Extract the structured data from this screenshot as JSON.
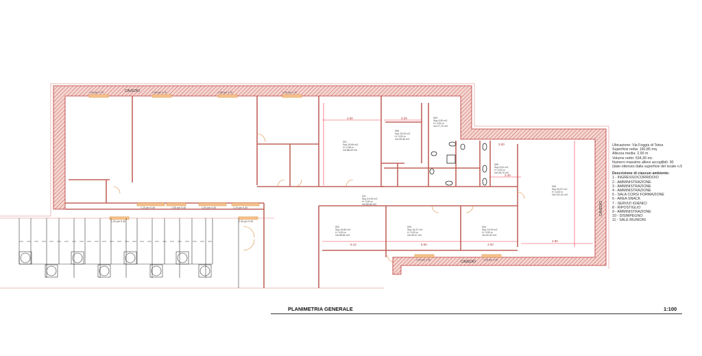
{
  "info": {
    "lines": [
      "Ubicazione: Via Foggia di Totoa",
      "Superficie netta: 182,85 mq",
      "Altezza media: 2,90 m",
      "Volume netto: 534,30 mc",
      "Numero massimo allievi accoglibili: 30",
      "(dato ottenuto dalla superficie del locale n.5"
    ],
    "legend_heading": "Descrizione di ciascun ambiente:",
    "legend": [
      "1 - INGRESSO/CORRIDOIO",
      "2 - AMMINISTRAZIONE",
      "3 - AMMINISTRAZIONE",
      "4 - AMMINISTRAZIONE",
      "5 - SALA CORSI FORMAZIONE",
      "6 - AREA SNACK",
      "7 - SERVIZI IGIENICI",
      "8 - RIPOSTIGLIO",
      "9 - AMMINISTRAZIONE",
      "10 - DISIMPEGNO",
      "11 - SALE RIUNIONI"
    ]
  },
  "title": "PLANIMETRIA GENERALE",
  "scale": "1:100",
  "cavedio": [
    "CAVEDIO",
    "CAVEDIO",
    "CAVEDIO"
  ],
  "rooms": [
    {
      "id": "001",
      "sup": "Sup.29,84 m2",
      "h": "H: 2,98 m",
      "vol": "Vol:88,09 m3"
    },
    {
      "id": "008",
      "sup": "Sup.15,32 m2",
      "h": "H: 3,00 m",
      "vol": "Vol:45,96 m3"
    },
    {
      "id": "009",
      "sup": "Sup.5,90 m2",
      "h": "H: 3,00 m",
      "vol": "Vol:17,70 m3"
    },
    {
      "id": "006",
      "sup": "Sup.9,61 m2",
      "h": "H: 3,00 m",
      "vol": "Vol:28,75 m3"
    },
    {
      "id": "005",
      "sup": "Sup.40,67 m2",
      "h": "H: 3,00 m",
      "vol": "Vol:122,02 m3"
    },
    {
      "id": "011",
      "sup": "Sup.21,90 m2",
      "h": "H: 3,00 m",
      "vol": "Vol:65,65 m3"
    },
    {
      "id": "002",
      "sup": "Sup.19,60 m2",
      "h": "H: 3,00 m",
      "vol": "Vol:58,80 m3"
    },
    {
      "id": "003",
      "sup": "Sup.16,37 m2",
      "h": "H: 3,00 m",
      "vol": "Vol:49,07 m3"
    },
    {
      "id": "004",
      "sup": "Sup.14,00 m2",
      "h": "H: 3,00 m",
      "vol": "Vol:42,00 m3"
    }
  ],
  "dimensions": [
    "4.50",
    "3.25",
    "3.00",
    "2.40",
    "5.12",
    "5.50",
    "4.00",
    "4.90"
  ],
  "windows": [
    "1.00 per 1.70",
    "1.00 per 1.70",
    "1.00 per 1.70",
    "1.00 per 1.70",
    "1.10 per 0.40",
    "1.00 per 0.40",
    "1.00 per 0.40",
    "1.10 per 0.40",
    "1.30 per 0.40",
    "1.30 per 0.40",
    "1.00 per 1.30",
    "1.00 per 1.30"
  ]
}
